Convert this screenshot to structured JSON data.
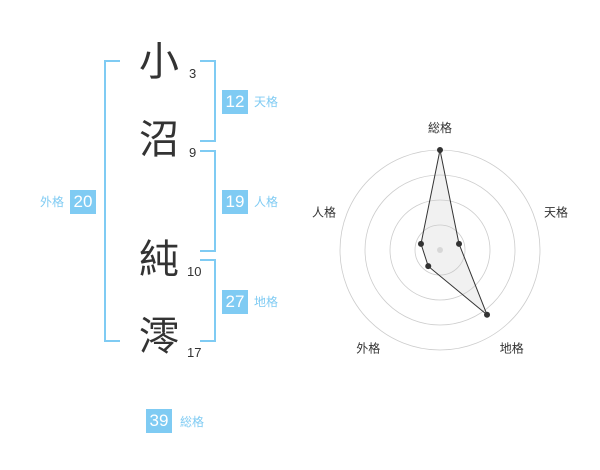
{
  "name": {
    "characters": [
      {
        "char": "小",
        "strokes": "3"
      },
      {
        "char": "沼",
        "strokes": "9"
      },
      {
        "char": "純",
        "strokes": "10"
      },
      {
        "char": "澪",
        "strokes": "17"
      }
    ]
  },
  "kaku": {
    "tenkaku": {
      "value": "12",
      "label": "天格"
    },
    "jinkaku": {
      "value": "19",
      "label": "人格"
    },
    "chikaku": {
      "value": "27",
      "label": "地格"
    },
    "gaikaku": {
      "value": "20",
      "label": "外格"
    },
    "soukaku": {
      "value": "39",
      "label": "総格"
    }
  },
  "colors": {
    "accent": "#7fcbf3",
    "text": "#333333",
    "grid": "#cccccc"
  },
  "chart_data": {
    "type": "radar",
    "axes": [
      "総格",
      "天格",
      "地格",
      "外格",
      "人格"
    ],
    "values": [
      5,
      1,
      4,
      1,
      1
    ],
    "range": [
      0,
      5
    ],
    "grid": true
  }
}
